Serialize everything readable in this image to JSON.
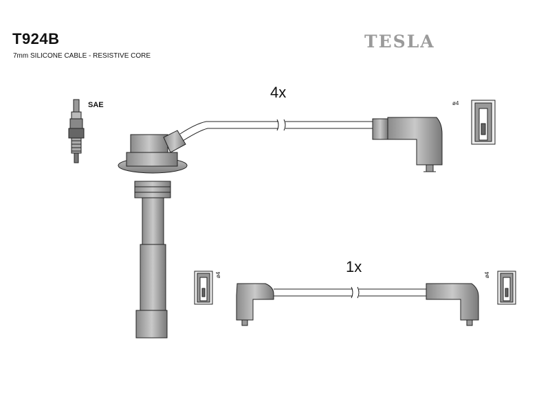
{
  "header": {
    "part_number": "T924B",
    "description": "7mm SILICONE CABLE - RESISTIVE CORE",
    "brand": "TESLA"
  },
  "labels": {
    "spark_plug_standard": "SAE",
    "terminal_diameter_top": "ø4",
    "terminal_diameter_left": "ø4",
    "terminal_diameter_right": "ø4"
  },
  "quantities": {
    "plug_lead_set": "4x",
    "coil_lead": "1x"
  }
}
